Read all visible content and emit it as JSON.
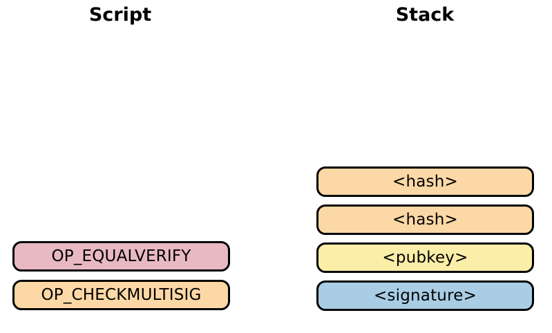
{
  "columns": {
    "script": {
      "title": "Script",
      "items": [
        {
          "label": "OP_EQUALVERIFY",
          "color": "#e8b9c3"
        },
        {
          "label": "OP_CHECKMULTISIG",
          "color": "#fbd8a6"
        }
      ]
    },
    "stack": {
      "title": "Stack",
      "items": [
        {
          "label": "<hash>",
          "color": "#fbd8a6"
        },
        {
          "label": "<hash>",
          "color": "#fbd8a6"
        },
        {
          "label": "<pubkey>",
          "color": "#faeea8"
        },
        {
          "label": "<signature>",
          "color": "#a8cde5"
        }
      ]
    }
  }
}
